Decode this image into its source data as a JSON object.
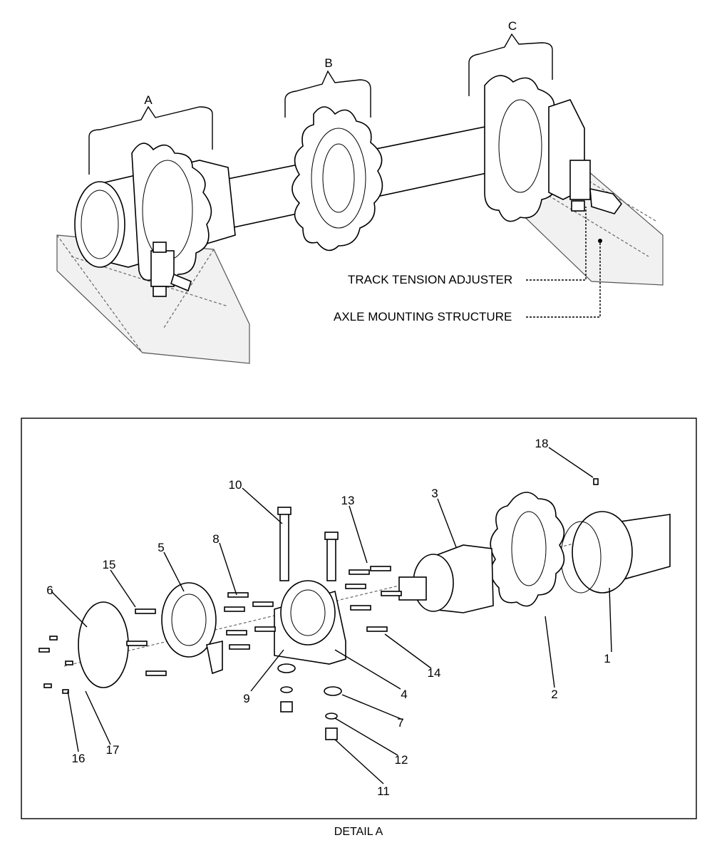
{
  "overview": {
    "group_labels": [
      "A",
      "B",
      "C"
    ],
    "callouts": {
      "track_tension_adjuster": "TRACK TENSION ADJUSTER",
      "axle_mounting_structure": "AXLE MOUNTING STRUCTURE"
    }
  },
  "detail": {
    "caption": "DETAIL A",
    "part_numbers": [
      "1",
      "2",
      "3",
      "4",
      "5",
      "6",
      "7",
      "8",
      "9",
      "10",
      "11",
      "12",
      "13",
      "14",
      "15",
      "16",
      "17",
      "18"
    ]
  }
}
